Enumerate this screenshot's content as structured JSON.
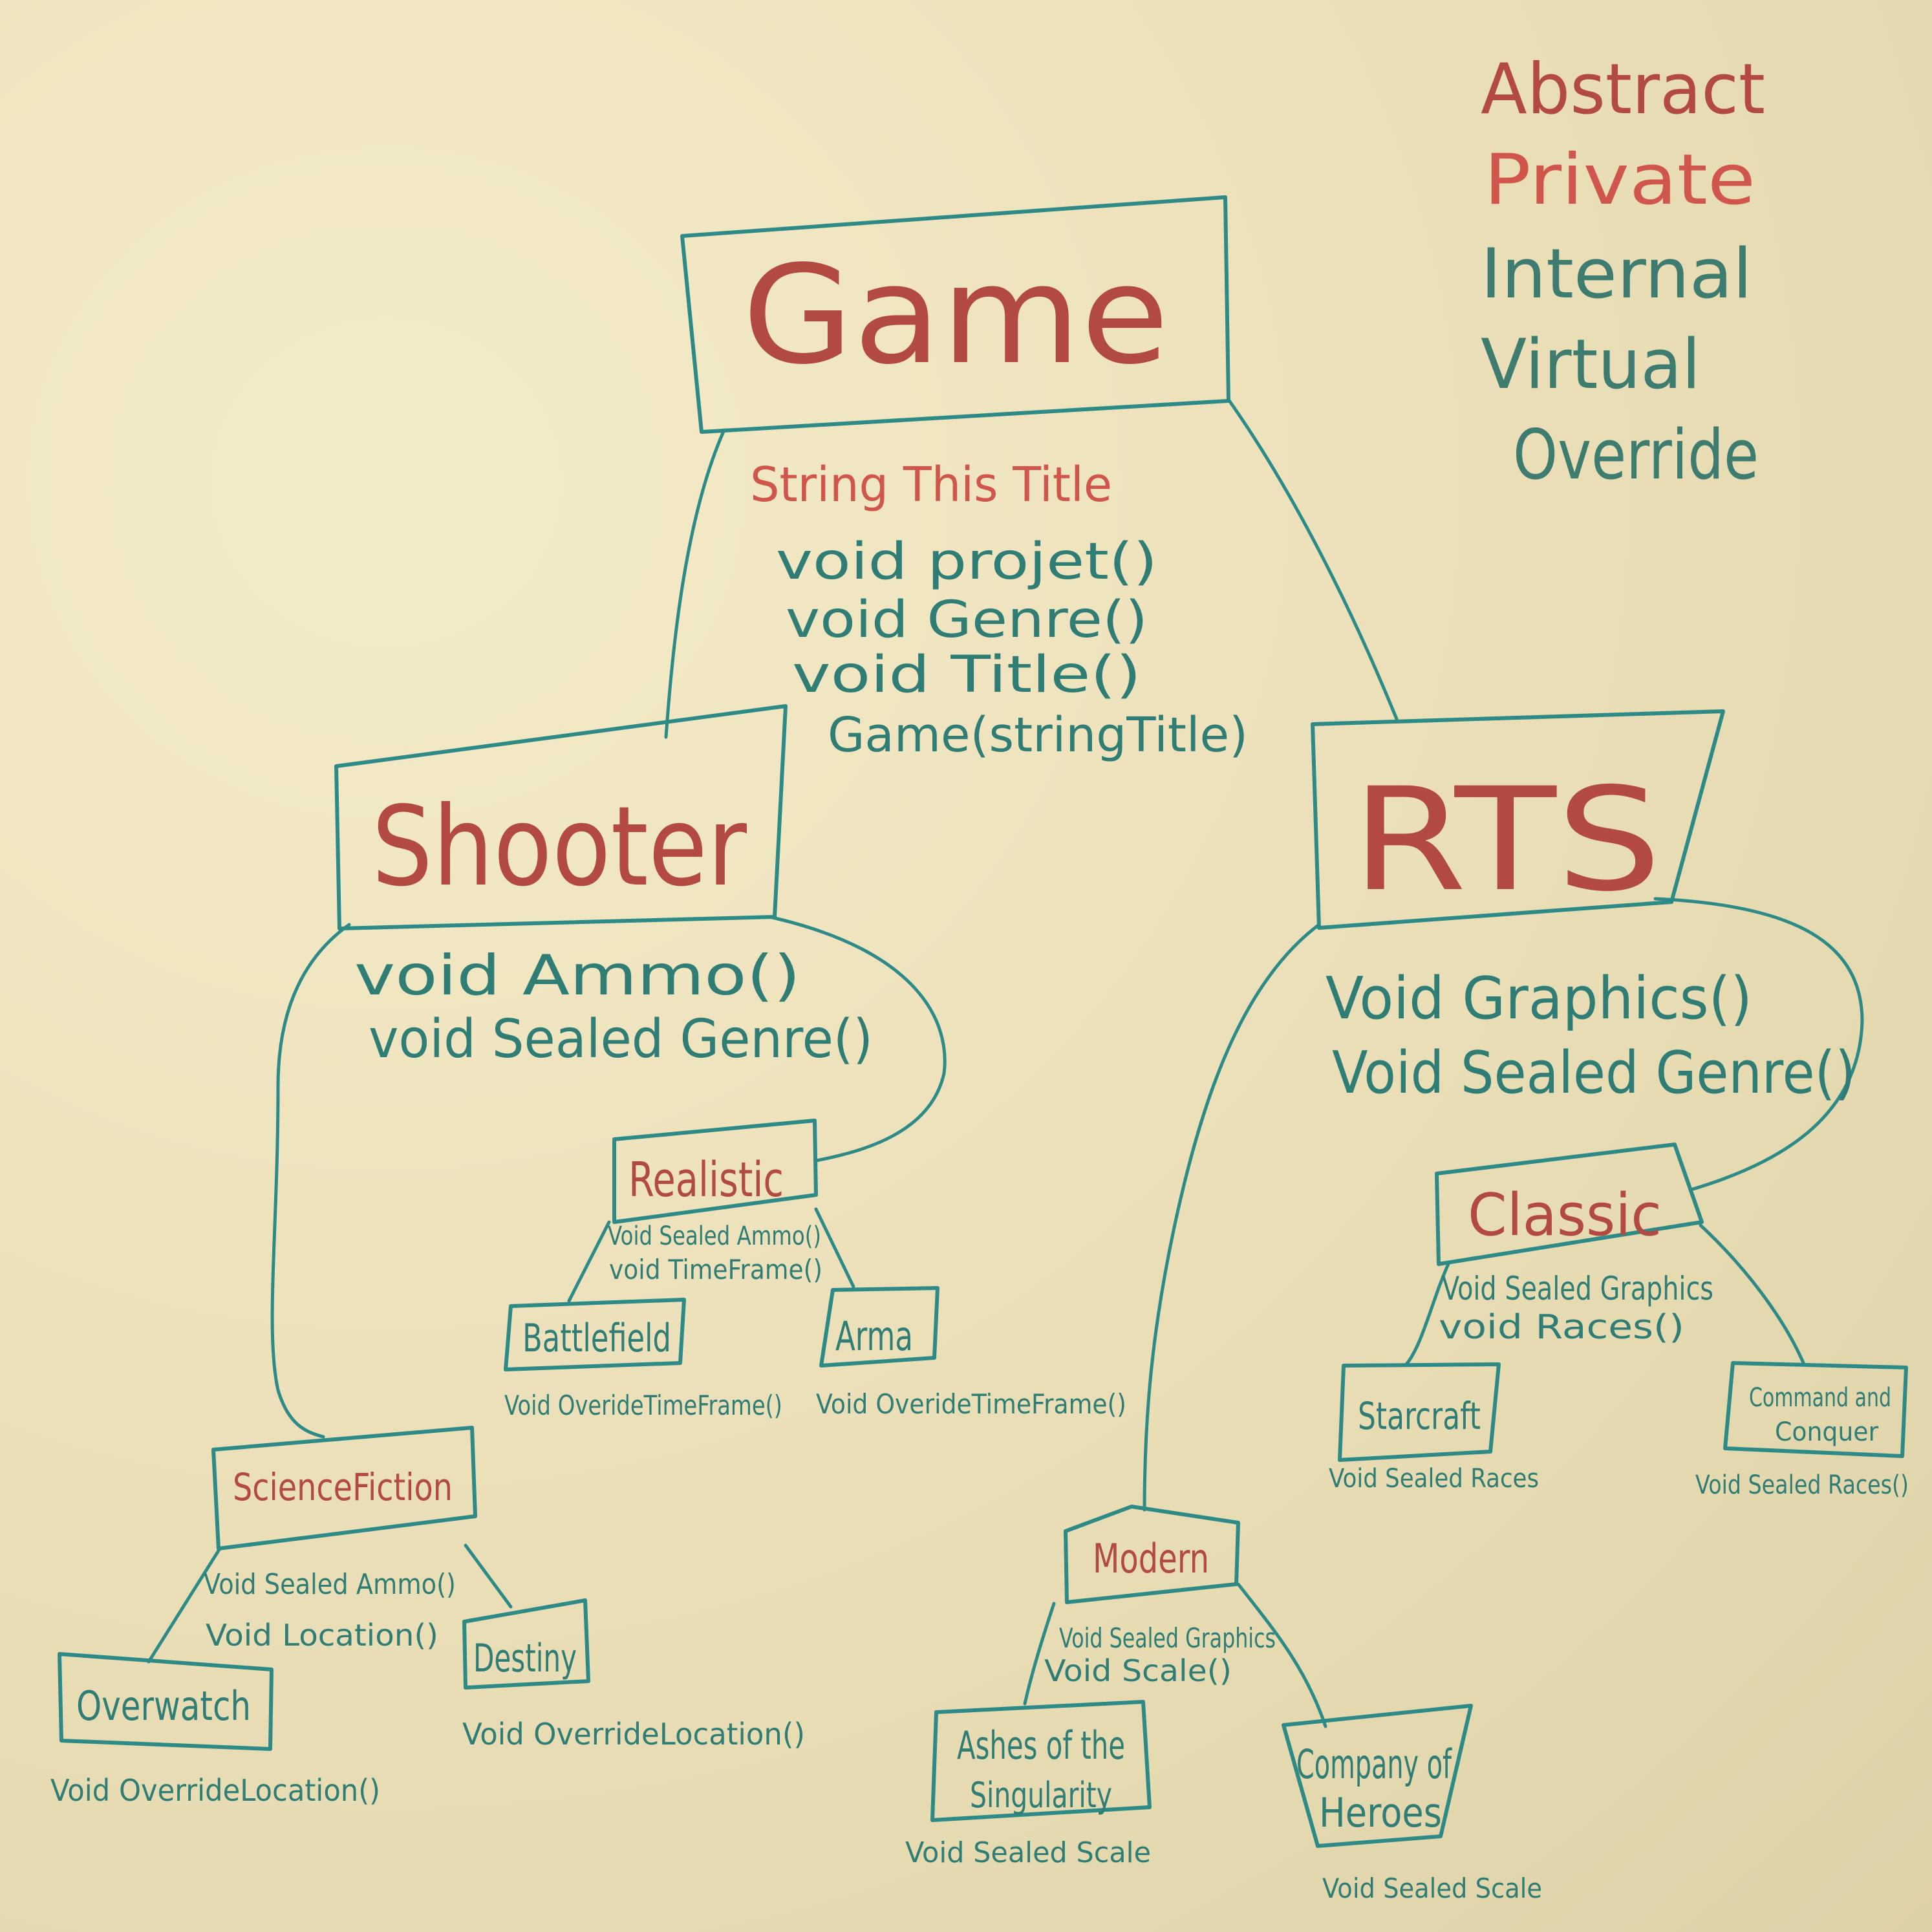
{
  "legend": [
    "Abstract",
    "Private",
    "Internal",
    "Virtual",
    "Override"
  ],
  "game": {
    "name": "Game",
    "field": "String This Title",
    "methods": [
      "void projet()",
      "void Genre()",
      "void Title()",
      "Game(stringTitle)"
    ]
  },
  "shooter": {
    "name": "Shooter",
    "methods": [
      "void Ammo()",
      "void Sealed Genre()"
    ]
  },
  "rts": {
    "name": "RTS",
    "methods": [
      "Void Graphics()",
      "Void Sealed Genre()"
    ]
  },
  "realistic": {
    "name": "Realistic",
    "methods": [
      "Void Sealed Ammo()",
      "void TimeFrame()"
    ]
  },
  "battlefield": {
    "name": "Battlefield",
    "note": "Void OverideTimeFrame()"
  },
  "arma": {
    "name": "Arma",
    "note": "Void OverideTimeFrame()"
  },
  "scifi": {
    "name": "ScienceFiction",
    "methods": [
      "Void Sealed Ammo()",
      "Void Location()"
    ]
  },
  "overwatch": {
    "name": "Overwatch",
    "note": "Void OverrideLocation()"
  },
  "destiny": {
    "name": "Destiny",
    "note": "Void OverrideLocation()"
  },
  "classic": {
    "name": "Classic",
    "methods": [
      "Void Sealed Graphics",
      "void Races()"
    ]
  },
  "starcraft": {
    "name": "Starcraft",
    "note": "Void Sealed Races"
  },
  "cnc": {
    "name_line1": "Command and",
    "name_line2": "Conquer",
    "note": "Void Sealed Races()"
  },
  "modern": {
    "name": "Modern",
    "methods": [
      "Void Sealed Graphics",
      "Void Scale()"
    ]
  },
  "ashes": {
    "name_line1": "Ashes of the",
    "name_line2": "Singularity",
    "note": "Void Sealed Scale"
  },
  "coh": {
    "name_line1": "Company of",
    "name_line2": "Heroes",
    "note": "Void Sealed Scale"
  }
}
